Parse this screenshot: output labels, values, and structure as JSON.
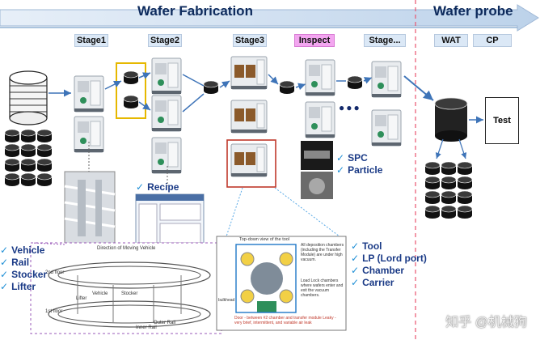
{
  "header": {
    "left_title": "Wafer Fabrication",
    "right_title": "Wafer probe"
  },
  "stages": [
    {
      "label": "Stage1",
      "style": "normal"
    },
    {
      "label": "Stage2",
      "style": "normal"
    },
    {
      "label": "Stage3",
      "style": "normal"
    },
    {
      "label": "Inspect",
      "style": "highlight"
    },
    {
      "label": "Stage...",
      "style": "normal"
    },
    {
      "label": "WAT",
      "style": "normal"
    },
    {
      "label": "CP",
      "style": "normal"
    }
  ],
  "transport_list": [
    "Vehicle",
    "Rail",
    "Stocker",
    "Lifter"
  ],
  "recipe_label": "Recipe",
  "inspect_list": [
    "SPC",
    "Particle"
  ],
  "tool_list": [
    "Tool",
    "LP (Lord port)",
    "Chamber",
    "Carrier"
  ],
  "test_label": "Test",
  "ellipsis": "●●●",
  "floor_diagram": {
    "title": "Direction of Moving Vehicle",
    "floor2": "2nd floor",
    "floor1": "1st floor",
    "labels": [
      "Vehicle",
      "Stocker",
      "Lifter",
      "Outer Rail",
      "Inner Rail"
    ]
  },
  "chamber_diagram": {
    "title": "Top-down view of the tool",
    "note1": "All deposition chambers (including the Transfer Module) are under high vacuum.",
    "note2": "Load Lock chambers where wafers enter and exit the vacuum chambers.",
    "leak_note": "Door - between #2 chamber and transfer module Leaky - very brief, intermittent, and variable air leak",
    "side_label": "bulkhead"
  },
  "watermark": "知乎 @机械狗",
  "colors": {
    "title_text": "#0d2a5c",
    "bullet_text": "#1a3a86",
    "check": "#1f8fd6",
    "banner_fill": "#c9dbef",
    "inspect_label": "#f3a6f0",
    "flow_arrow": "#3e74b8"
  }
}
